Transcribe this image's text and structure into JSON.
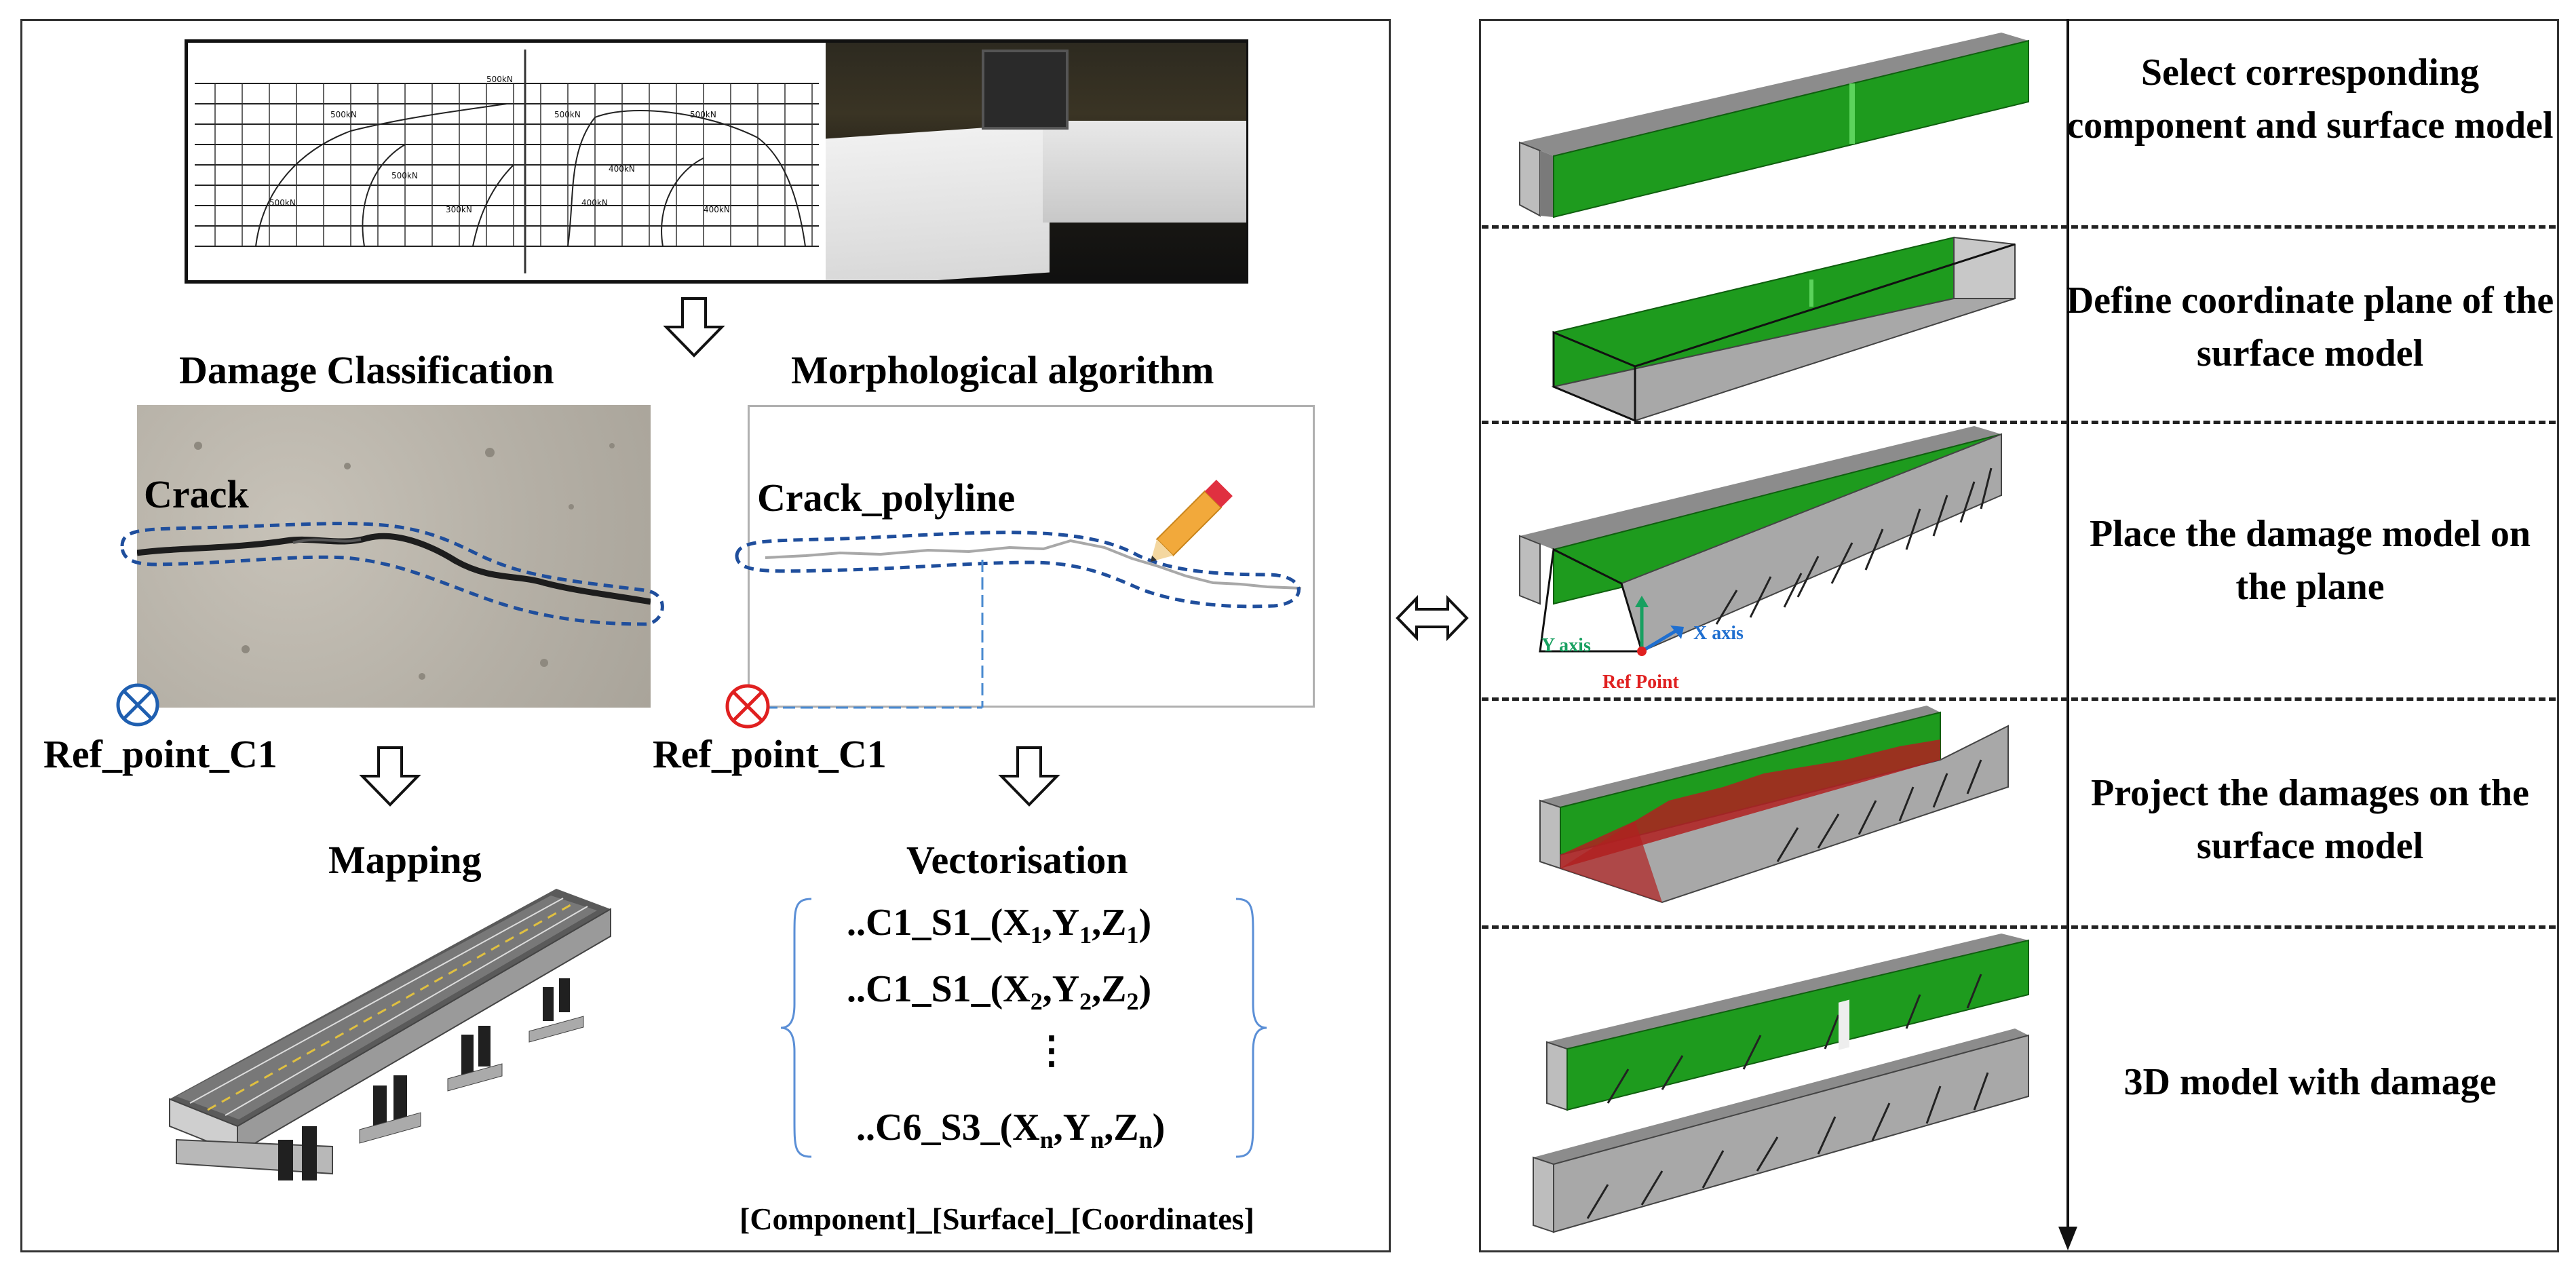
{
  "left": {
    "damage_classification_title": "Damage Classification",
    "morphological_title": "Morphological algorithm",
    "crack_label": "Crack",
    "crack_polyline_label": "Crack_polyline",
    "ref_point_left": "Ref_point_C1",
    "ref_point_right": "Ref_point_C1",
    "mapping_title": "Mapping",
    "vectorisation_title": "Vectorisation",
    "vectors": [
      {
        "prefix": "..C1_S1_",
        "x": "X",
        "xs": "1",
        "y": "Y",
        "ys": "1",
        "z": "Z",
        "zs": "1"
      },
      {
        "prefix": "..C1_S1_",
        "x": "X",
        "xs": "2",
        "y": "Y",
        "ys": "2",
        "z": "Z",
        "zs": "2"
      },
      {
        "prefix": "..C6_S3_",
        "x": "X",
        "xs": "n",
        "y": "Y",
        "ys": "n",
        "z": "Z",
        "zs": "n"
      }
    ],
    "vertical_ellipsis": "⋮",
    "vector_format": "[Component]_[Surface]_[Coordinates]",
    "crack_map_labels": [
      "500kN",
      "500kN",
      "500kN",
      "500kN",
      "500kN",
      "400kN",
      "400kN",
      "300kN",
      "500kN",
      "400kN"
    ]
  },
  "right": {
    "steps": [
      "Select corresponding component and surface model",
      "Define coordinate plane of the surface model",
      "Place the damage model on the plane",
      "Project the damages on the surface model",
      "3D model with damage"
    ],
    "y_axis_label": "Y axis",
    "x_axis_label": "X axis",
    "ref_point_label": "Ref Point"
  },
  "colors": {
    "green_face": "#1e9b1e",
    "grey_face": "#a8a8a8",
    "dashed_blue": "#1f4e9c",
    "ref_red": "#e02020",
    "ref_blue": "#1f5fb0",
    "axis_green": "#18a060",
    "axis_blue": "#1f6fd0",
    "projection_red": "#b02020"
  }
}
